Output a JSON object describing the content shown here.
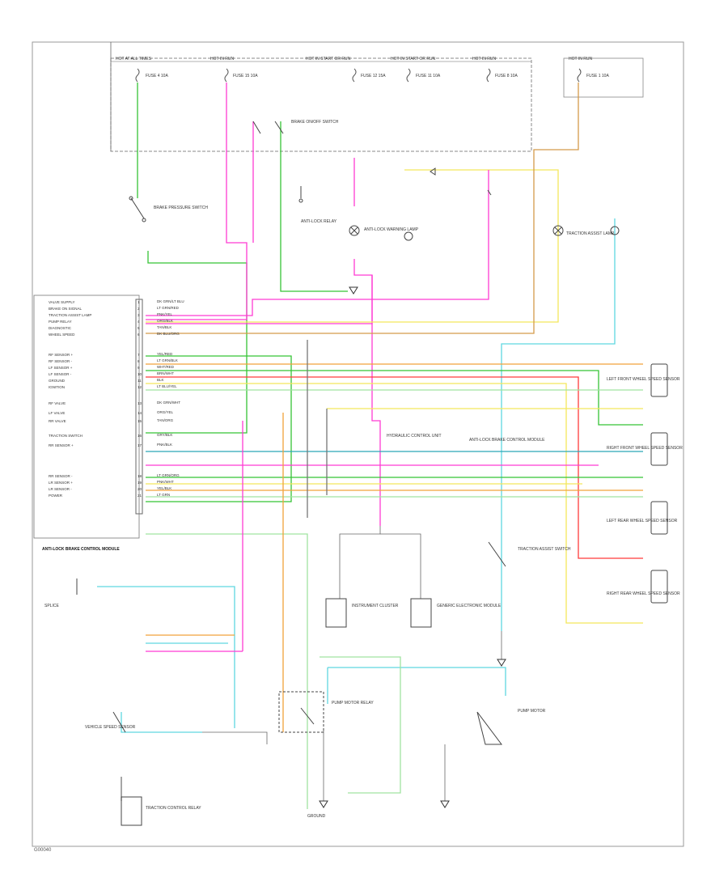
{
  "figure_id": "G00040",
  "fuse_panel": {
    "tabs": [
      "HOT AT ALL TIMES",
      "HOT IN RUN",
      "HOT IN START OR RUN",
      "HOT IN START OR RUN",
      "HOT IN RUN",
      "HOT IN RUN"
    ],
    "fuses": [
      "FUSE 4 10A",
      "FUSE 15 10A",
      "FUSE 12 15A",
      "FUSE 11 10A",
      "FUSE 8 10A",
      "FUSE 1 10A"
    ]
  },
  "components": {
    "brake_switch": "BRAKE PRESSURE SWITCH",
    "stop_lamp": "BRAKE ON/OFF SWITCH",
    "lamp_relay": "ANTI-LOCK RELAY",
    "warning_lamp": "ANTI-LOCK WARNING LAMP",
    "traction_lamp": "TRACTION ASSIST LAMP",
    "traction_switch": "TRACTION ASSIST SWITCH",
    "module": "ANTI-LOCK BRAKE CONTROL MODULE",
    "pump_relay": "PUMP MOTOR RELAY",
    "pump_motor": "PUMP MOTOR",
    "ground": "GROUND",
    "lf_sensor": "LEFT FRONT WHEEL SPEED SENSOR",
    "rf_sensor": "RIGHT FRONT WHEEL SPEED SENSOR",
    "lr_sensor": "LEFT REAR WHEEL SPEED SENSOR",
    "rr_sensor": "RIGHT REAR WHEEL SPEED SENSOR",
    "hcu": "HYDRAULIC CONTROL UNIT"
  },
  "connector_pins": [
    {
      "num": "1",
      "name": "VALVE SUPPLY",
      "wire": "DK GRN/LT BLU"
    },
    {
      "num": "2",
      "name": "BRAKE ON SIGNAL",
      "wire": "LT GRN/RED"
    },
    {
      "num": "3",
      "name": "TRACTION ASSIST LAMP",
      "wire": "PNK/YEL"
    },
    {
      "num": "4",
      "name": "PUMP RELAY",
      "wire": "ORG/BLK"
    },
    {
      "num": "5",
      "name": "DIAGNOSTIC",
      "wire": "TAN/BLK"
    },
    {
      "num": "6",
      "name": "WHEEL SPEED",
      "wire": "DK BLU/ORG"
    },
    {
      "num": "7",
      "name": "RF SENSOR +",
      "wire": "YEL/RED"
    },
    {
      "num": "8",
      "name": "RF SENSOR -",
      "wire": "LT GRN/BLK"
    },
    {
      "num": "9",
      "name": "LF SENSOR +",
      "wire": "WHT/RED"
    },
    {
      "num": "10",
      "name": "LF SENSOR -",
      "wire": "BRN/WHT"
    },
    {
      "num": "11",
      "name": "GROUND",
      "wire": "BLK"
    },
    {
      "num": "12",
      "name": "IGNITION",
      "wire": "LT BLU/YEL"
    },
    {
      "num": "13",
      "name": "RF VALVE",
      "wire": "DK GRN/WHT"
    },
    {
      "num": "14",
      "name": "LF VALVE",
      "wire": "ORG/YEL"
    },
    {
      "num": "15",
      "name": "RR VALVE",
      "wire": "TAN/ORG"
    },
    {
      "num": "16",
      "name": "TRACTION SWITCH",
      "wire": "GRY/BLK"
    },
    {
      "num": "17",
      "name": "RR SENSOR +",
      "wire": "PNK/BLK"
    },
    {
      "num": "18",
      "name": "RR SENSOR -",
      "wire": "LT GRN/ORG"
    },
    {
      "num": "19",
      "name": "LR SENSOR +",
      "wire": "PNK/WHT"
    },
    {
      "num": "20",
      "name": "LR SENSOR -",
      "wire": "YEL/BLK"
    },
    {
      "num": "21",
      "name": "POWER",
      "wire": "LT GRN"
    }
  ],
  "bottom_left": {
    "note": "ANTI-LOCK BRAKE CONTROL MODULE",
    "speed_sensor": "VEHICLE SPEED SENSOR",
    "cluster": "INSTRUMENT CLUSTER",
    "gem": "GENERIC ELECTRONIC MODULE",
    "relay": "TRACTION CONTROL RELAY",
    "spliced": "SPLICE"
  }
}
